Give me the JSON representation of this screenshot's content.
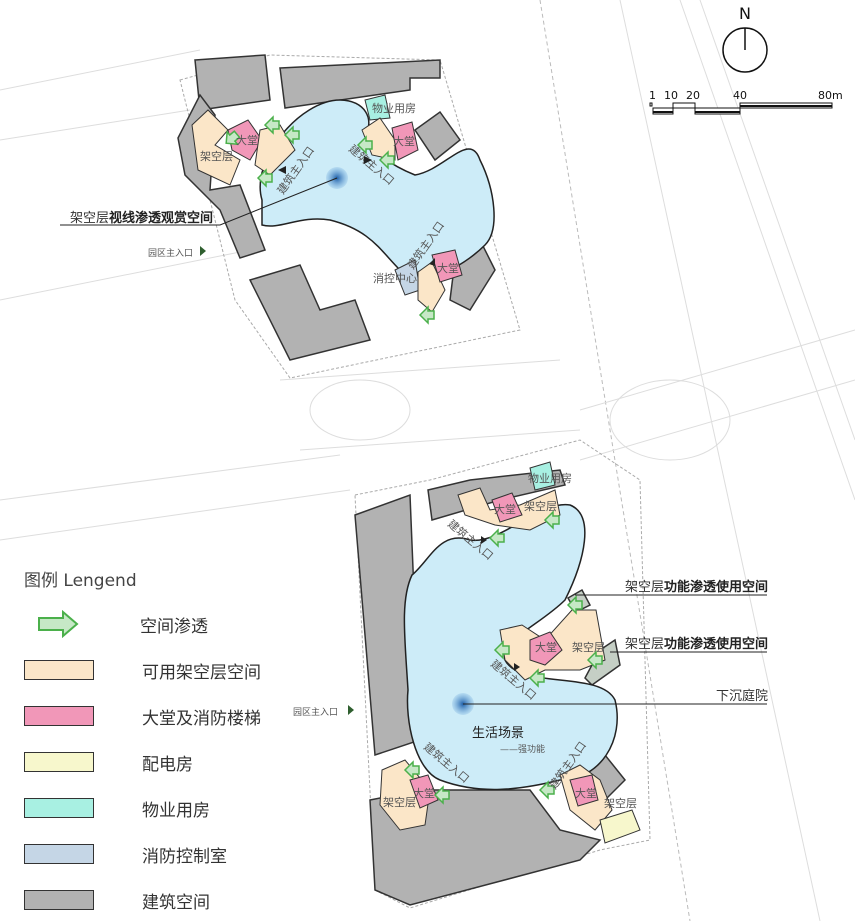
{
  "north_arrow": {
    "label": "N"
  },
  "scale_bar": {
    "ticks": [
      "1",
      "10",
      "20",
      "40",
      "80m"
    ]
  },
  "colors": {
    "pilotis": "#fbe6c8",
    "lobby": "#f197b8",
    "power_room": "#f7f7cc",
    "property_room": "#a8f0e2",
    "fire_control": "#c5d6e6",
    "building": "#b2b2b2",
    "courtyard": "#cdecf8",
    "arrow": "#c6e8c6",
    "arrow_stroke": "#4bb04b"
  },
  "legend": {
    "title": "图例 Lengend",
    "items": [
      {
        "label": "空间渗透",
        "type": "arrow"
      },
      {
        "label": "可用架空层空间",
        "color": "#fbe6c8"
      },
      {
        "label": "大堂及消防楼梯",
        "color": "#f197b8"
      },
      {
        "label": "配电房",
        "color": "#f7f7cc"
      },
      {
        "label": "物业用房",
        "color": "#a8f0e2"
      },
      {
        "label": "消防控制室",
        "color": "#c5d6e6"
      },
      {
        "label": "建筑空间",
        "color": "#b2b2b2"
      }
    ]
  },
  "callouts": {
    "north_view": {
      "prefix": "架空层",
      "bold": "视线渗透观赏空间"
    },
    "func_1": {
      "prefix": "架空层",
      "bold": "功能渗透使用空间"
    },
    "func_2": {
      "prefix": "架空层",
      "bold": "功能渗透使用空间"
    },
    "sunken": "下沉庭院",
    "life_scene": "生活场景",
    "life_sub": "——强功能"
  },
  "labels": {
    "park_entrance": "园区主入口",
    "building_entrance": "建筑主入口",
    "lobby": "大堂",
    "pilotis": "架空层",
    "property": "物业用房",
    "fire_center": "消控中心"
  }
}
